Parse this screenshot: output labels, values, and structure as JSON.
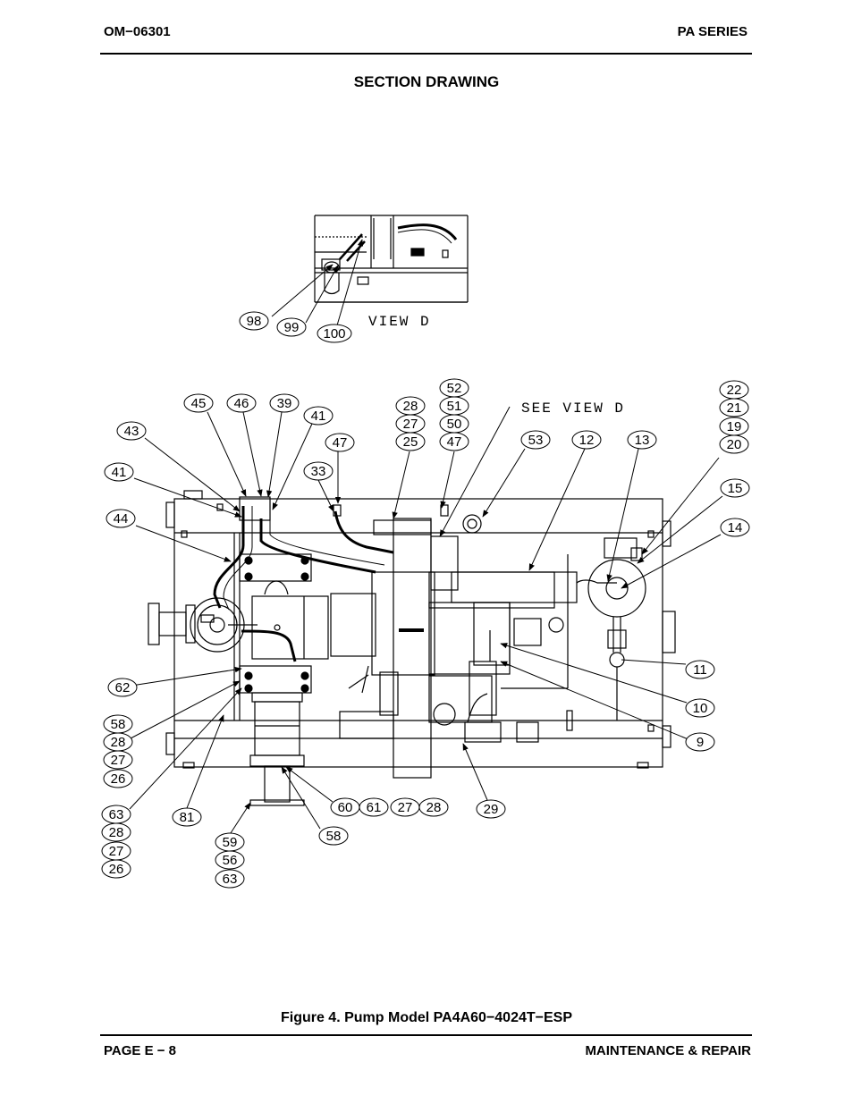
{
  "header": {
    "left": "OM−06301",
    "right": "PA SERIES"
  },
  "section_title": "SECTION DRAWING",
  "view_label": "VIEW  D",
  "see_view_label": "SEE  VIEW  D",
  "figure_caption": "Figure 4. Pump Model PA4A60−4024T−ESP",
  "footer": {
    "left": "PAGE E − 8",
    "right": "MAINTENANCE & REPAIR"
  },
  "callouts": {
    "c98": "98",
    "c99": "99",
    "c100": "100",
    "c45": "45",
    "c46": "46",
    "c39": "39",
    "c41a": "41",
    "c43": "43",
    "c41b": "41",
    "c44": "44",
    "c47a": "47",
    "c33": "33",
    "c28a": "28",
    "c27a": "27",
    "c25": "25",
    "c52": "52",
    "c51": "51",
    "c50": "50",
    "c47b": "47",
    "c53": "53",
    "c12": "12",
    "c13": "13",
    "c22": "22",
    "c21": "21",
    "c19": "19",
    "c20": "20",
    "c15": "15",
    "c14": "14",
    "c11": "11",
    "c10": "10",
    "c9": "9",
    "c62": "62",
    "c58a": "58",
    "c28b": "28",
    "c27b": "27",
    "c26a": "26",
    "c63a": "63",
    "c28c": "28",
    "c27c": "27",
    "c26b": "26",
    "c81": "81",
    "c59": "59",
    "c56": "56",
    "c63b": "63",
    "c60": "60",
    "c61": "61",
    "c27d": "27",
    "c28d": "28",
    "c58b": "58",
    "c29": "29"
  }
}
